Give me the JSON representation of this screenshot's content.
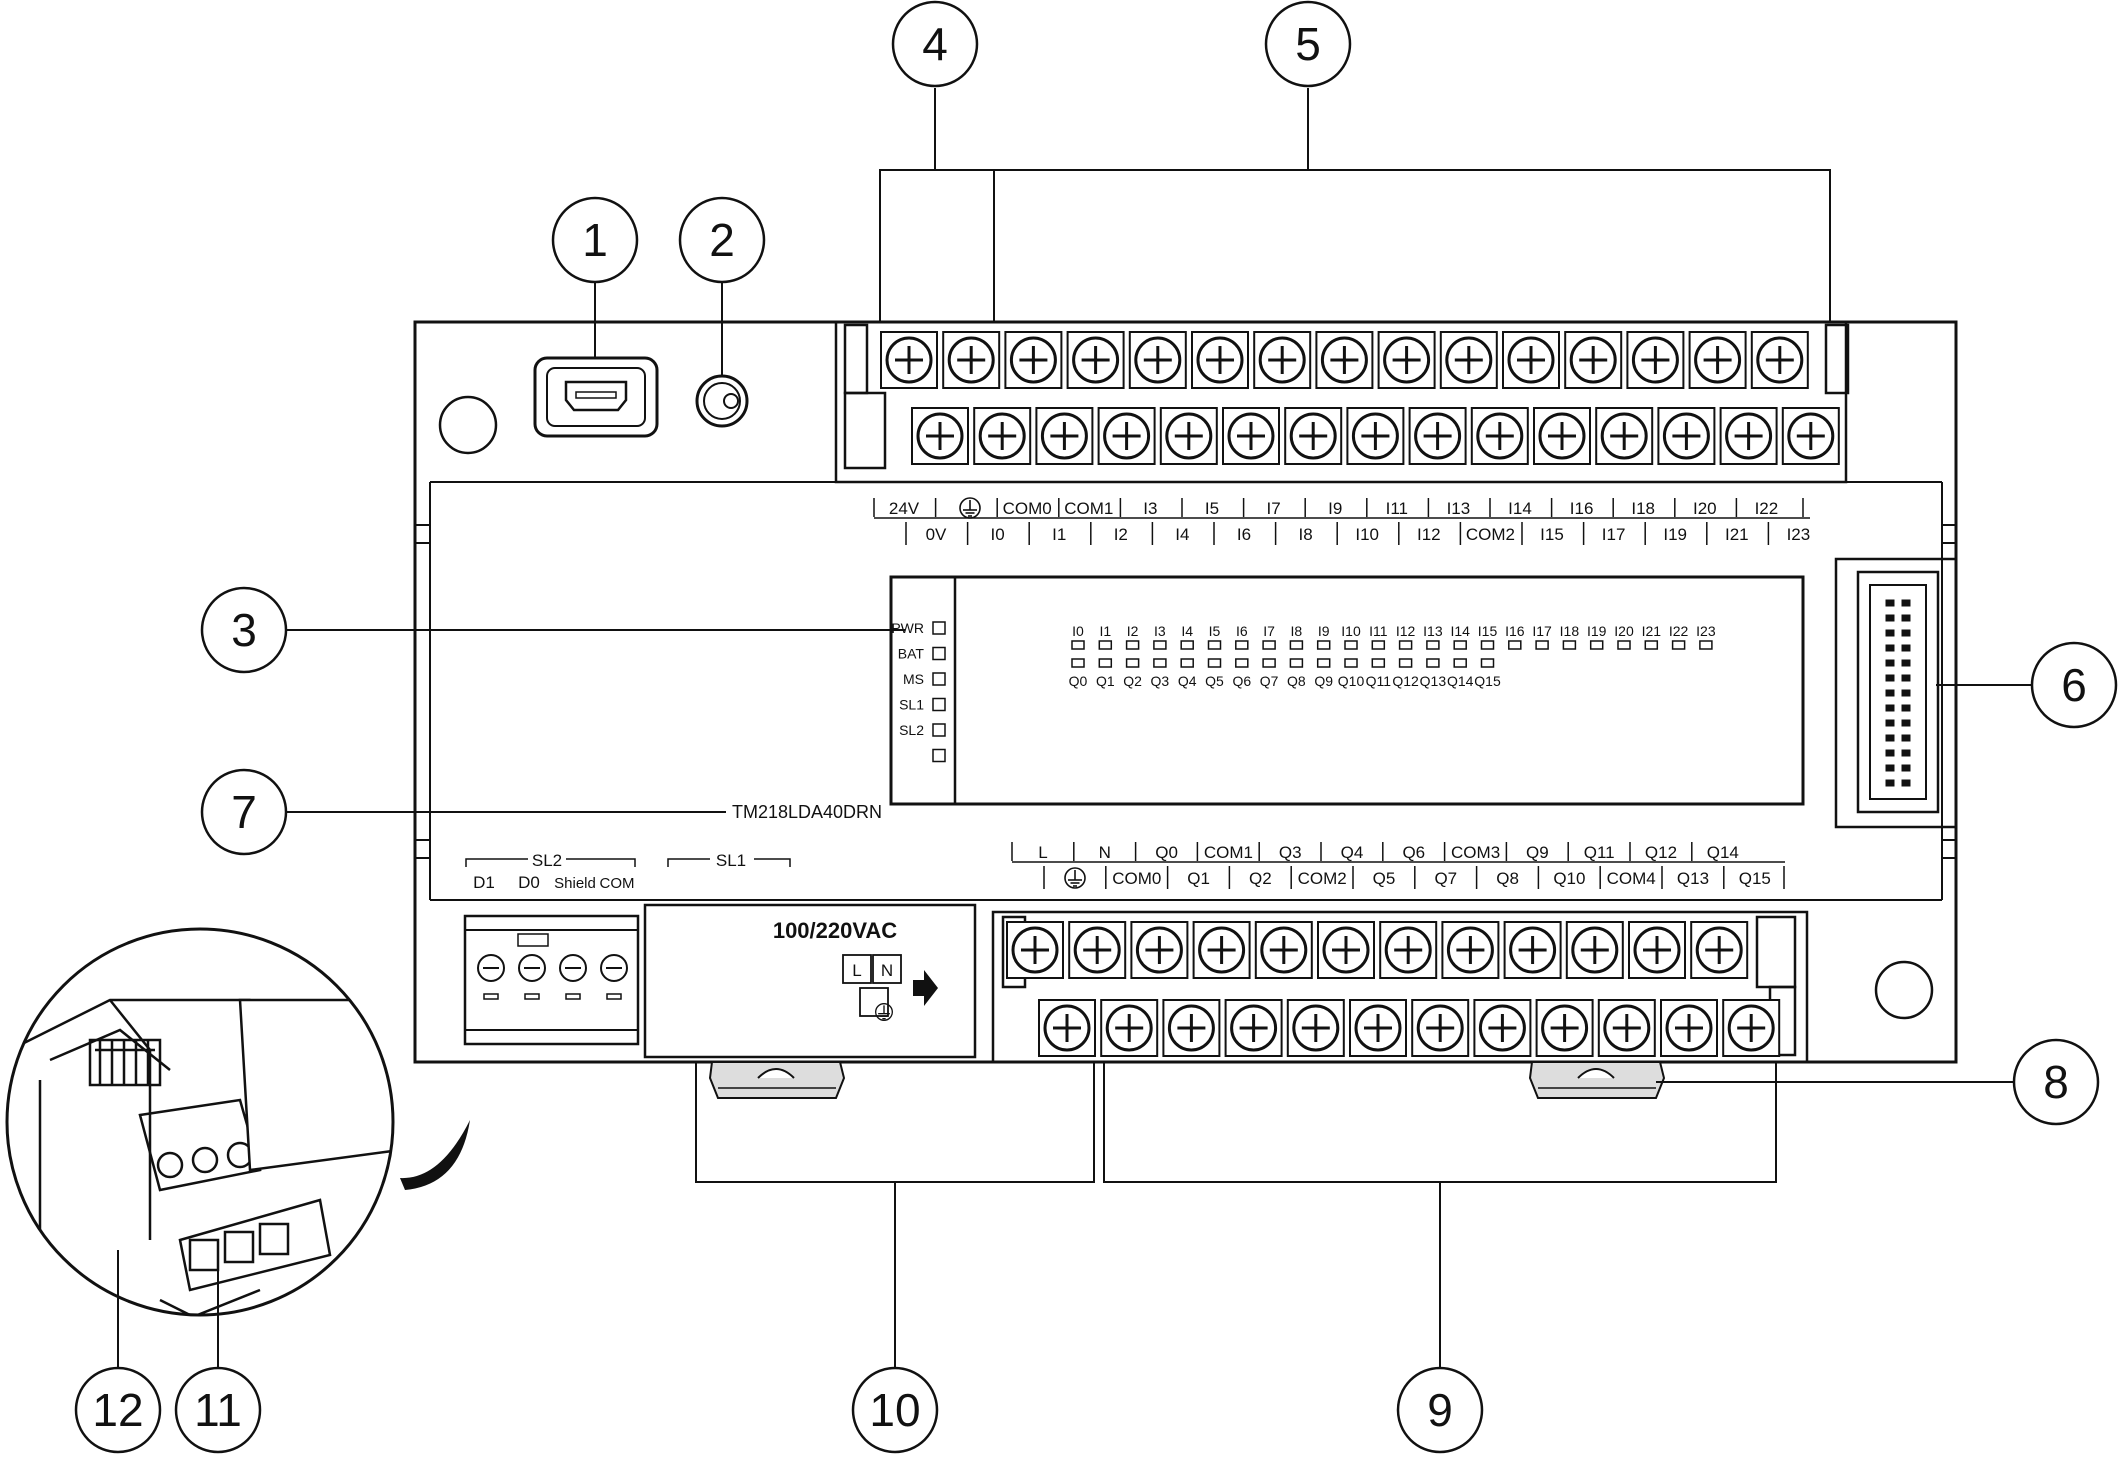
{
  "callouts": [
    "1",
    "2",
    "3",
    "4",
    "5",
    "6",
    "7",
    "8",
    "9",
    "10",
    "11",
    "12"
  ],
  "model": "TM218LDA40DRN",
  "power_label": "100/220VAC",
  "power_icon": {
    "l": "L",
    "n": "N"
  },
  "top_row_labels": [
    "24V",
    "",
    "COM0",
    "COM1",
    "I3",
    "I5",
    "I7",
    "I9",
    "I11",
    "I13",
    "I14",
    "I16",
    "I18",
    "I20",
    "I22"
  ],
  "top_row2_labels": [
    "0V",
    "I0",
    "I1",
    "I2",
    "I4",
    "I6",
    "I8",
    "I10",
    "I12",
    "COM2",
    "I15",
    "I17",
    "I19",
    "I21",
    "I23"
  ],
  "bottom_row_labels": [
    "L",
    "N",
    "Q0",
    "COM1",
    "Q3",
    "Q4",
    "Q6",
    "COM3",
    "Q9",
    "Q11",
    "Q12",
    "Q14"
  ],
  "bottom_row2_labels": [
    "",
    "COM0",
    "Q1",
    "Q2",
    "COM2",
    "Q5",
    "Q7",
    "Q8",
    "Q10",
    "COM4",
    "Q13",
    "Q15"
  ],
  "status_leds": [
    "PWR",
    "BAT",
    "MS",
    "SL1",
    "SL2",
    ""
  ],
  "input_leds": [
    "I0",
    "I1",
    "I2",
    "I3",
    "I4",
    "I5",
    "I6",
    "I7",
    "I8",
    "I9",
    "I10",
    "I11",
    "I12",
    "I13",
    "I14",
    "I15",
    "I16",
    "I17",
    "I18",
    "I19",
    "I20",
    "I21",
    "I22",
    "I23"
  ],
  "output_leds": [
    "Q0",
    "Q1",
    "Q2",
    "Q3",
    "Q4",
    "Q5",
    "Q6",
    "Q7",
    "Q8",
    "Q9",
    "Q10",
    "Q11",
    "Q12",
    "Q13",
    "Q14",
    "Q15"
  ],
  "serial": {
    "sl2_title": "SL2",
    "sl1_title": "SL1",
    "pins": [
      "D1",
      "D0",
      "Shield",
      "COM"
    ]
  },
  "icons": [
    "usb-mini-port-icon",
    "sd-card-slot-icon",
    "protective-earth-icon",
    "arrow-right-icon",
    "screw-terminal-icon"
  ]
}
